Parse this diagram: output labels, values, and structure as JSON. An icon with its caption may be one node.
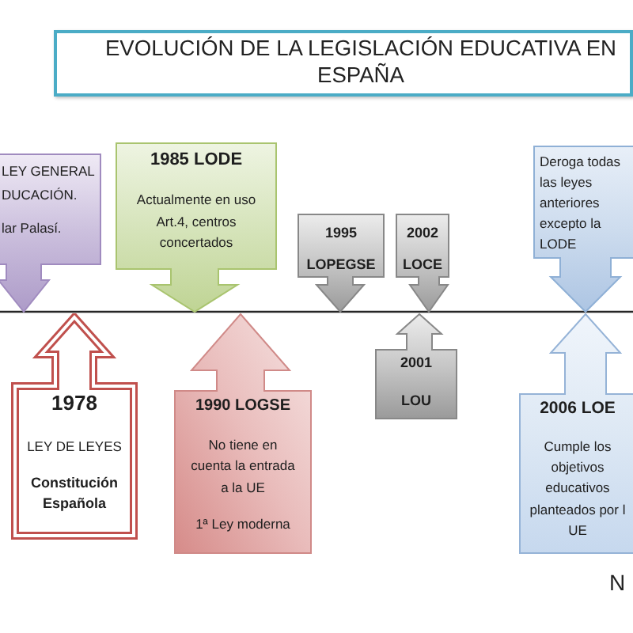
{
  "diagram": {
    "title": "EVOLUCIÓN DE LA LEGISLACIÓN EDUCATIVA EN ESPAÑA",
    "nodes": [
      {
        "text": [
          "LEY GENERAL DUCACIÓN.",
          "lar Palasí."
        ]
      },
      {
        "text": [
          "1985 LODE",
          "Actualmente en uso Art.4, centros concertados"
        ]
      },
      {
        "text": [
          "1995",
          "LOPEGSE"
        ]
      },
      {
        "text": [
          "2002",
          "LOCE"
        ]
      },
      {
        "text": [
          "Deroga todas las leyes anteriores excepto la LODE"
        ]
      },
      {
        "text": [
          "1978",
          "LEY DE LEYES",
          "Constitución Española"
        ]
      },
      {
        "text": [
          "1990 LOGSE",
          "No tiene en cuenta la entrada a la UE",
          "1ª Ley moderna"
        ]
      },
      {
        "text": [
          "2001",
          "LOU"
        ]
      },
      {
        "text": [
          "2006 LOE",
          "Cumple los objetivos educativos planteados por l UE"
        ]
      }
    ],
    "labels": [
      "N"
    ]
  }
}
